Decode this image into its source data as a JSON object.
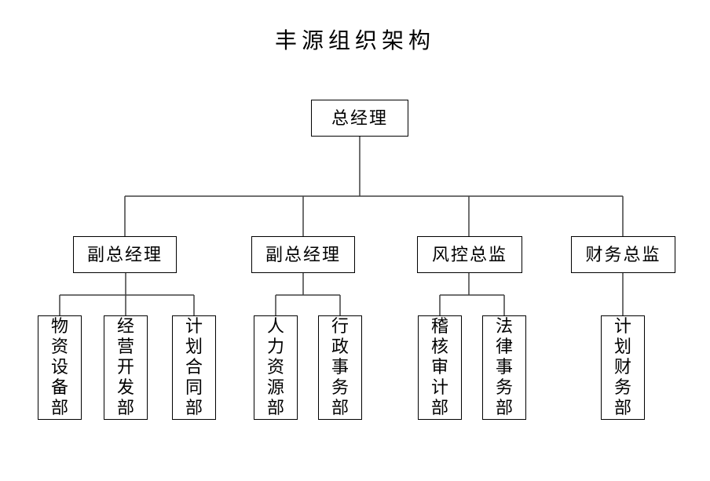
{
  "title": "丰源组织架构",
  "org": {
    "root": {
      "label": "总经理"
    },
    "groups": [
      {
        "manager": {
          "label": "副总经理"
        },
        "children": [
          {
            "label": "物资设备部"
          },
          {
            "label": "经营开发部"
          },
          {
            "label": "计划合同部"
          }
        ]
      },
      {
        "manager": {
          "label": "副总经理"
        },
        "children": [
          {
            "label": "人力资源部"
          },
          {
            "label": "行政事务部"
          }
        ]
      },
      {
        "manager": {
          "label": "风控总监"
        },
        "children": [
          {
            "label": "稽核审计部"
          },
          {
            "label": "法律事务部"
          }
        ]
      },
      {
        "manager": {
          "label": "财务总监"
        },
        "children": [
          {
            "label": "计划财务部"
          }
        ]
      }
    ]
  },
  "colors": {
    "background": "#ffffff",
    "box_border": "#000000",
    "connector_line": "#404040",
    "text": "#000000"
  }
}
